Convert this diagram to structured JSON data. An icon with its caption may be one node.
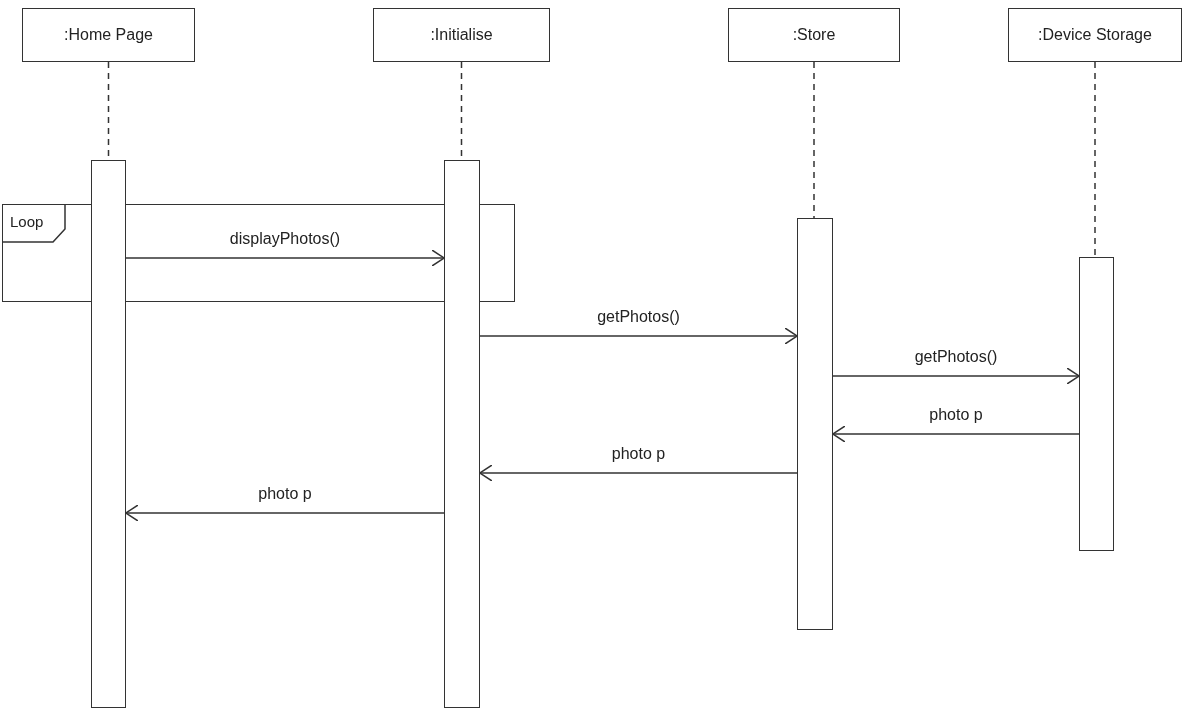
{
  "diagram": {
    "nodes": [
      {
        "text": [
          ":Home Page"
        ]
      },
      {
        "text": [
          ":Initialise"
        ]
      },
      {
        "text": [
          ":Store"
        ]
      },
      {
        "text": [
          ":Device Storage"
        ]
      },
      {
        "text": [],
        "shape": "bar"
      },
      {
        "text": [],
        "shape": "bar"
      },
      {
        "text": [],
        "shape": "bar"
      },
      {
        "text": [],
        "shape": "bar"
      },
      {
        "text": [
          "Loop"
        ]
      }
    ],
    "edges": [
      {
        "from": 0,
        "to": 4,
        "arrow": "none",
        "style": "dashed"
      },
      {
        "from": 1,
        "to": 5,
        "arrow": "none",
        "style": "dashed"
      },
      {
        "from": 2,
        "to": 6,
        "arrow": "none",
        "style": "dashed"
      },
      {
        "from": 3,
        "to": 7,
        "arrow": "none",
        "style": "dashed"
      },
      {
        "from": 4,
        "to": 5,
        "arrow": "to",
        "label": "displayPhotos()"
      },
      {
        "from": 5,
        "to": 6,
        "arrow": "to",
        "label": "getPhotos()"
      },
      {
        "from": 6,
        "to": 7,
        "arrow": "to",
        "label": "getPhotos()"
      },
      {
        "from": 7,
        "to": 6,
        "arrow": "to",
        "label": "photo p"
      },
      {
        "from": 6,
        "to": 5,
        "arrow": "to",
        "label": "photo p"
      },
      {
        "from": 5,
        "to": 4,
        "arrow": "to",
        "label": "photo p"
      }
    ]
  }
}
